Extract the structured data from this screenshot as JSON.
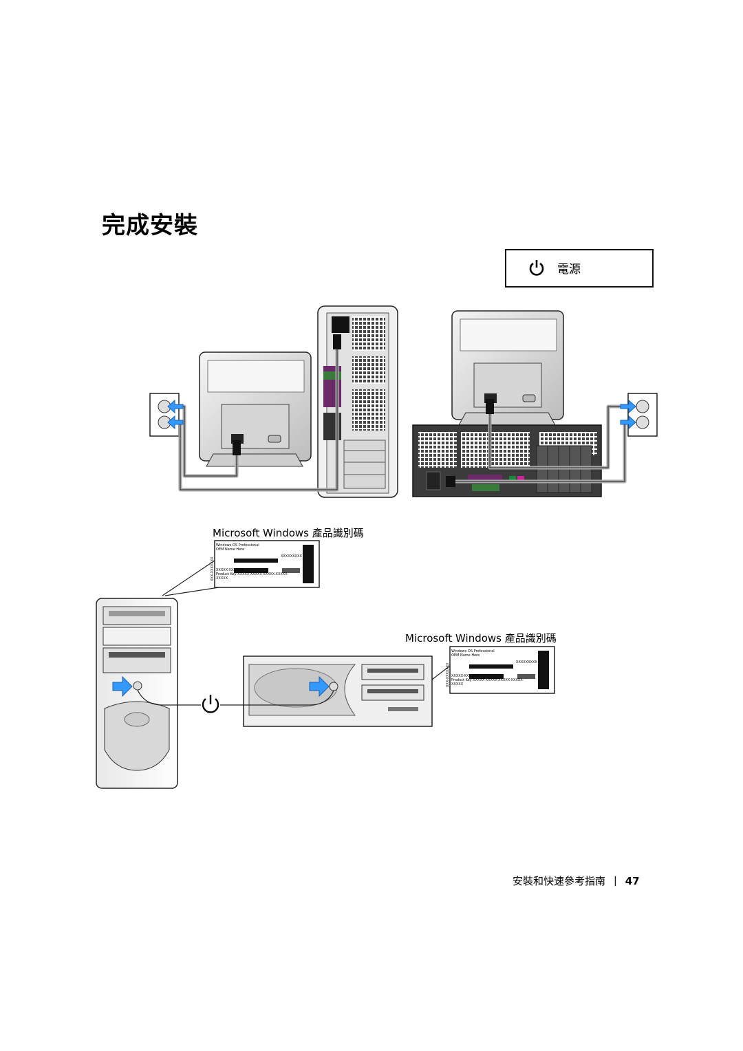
{
  "page": {
    "title": "完成安裝",
    "legend": {
      "icon": "power-icon",
      "label": "電源"
    },
    "product_key_label_1": "Microsoft Windows 產品識別碼",
    "product_key_label_2": "Microsoft Windows 產品識別碼",
    "sticker": {
      "line1": "Windows OS Professional",
      "line2": "OEM Name Here",
      "code_small": "XXXXXXXXX",
      "code_mid": "XXXXX-XXX-XXX",
      "vertical_code": "XXX-XXXXXXX",
      "product_key_caption": "Product Key",
      "product_key_value": "XXXXX-XXXXX-XXXXX-XXXXX-XXXXX"
    },
    "footer": {
      "guide_title": "安裝和快速參考指南",
      "separator": "|",
      "page_number": "47"
    },
    "colors": {
      "arrow_blue": "#3399ff",
      "cable_gray": "#aaaaaa",
      "panel_dark": "#333333"
    }
  }
}
